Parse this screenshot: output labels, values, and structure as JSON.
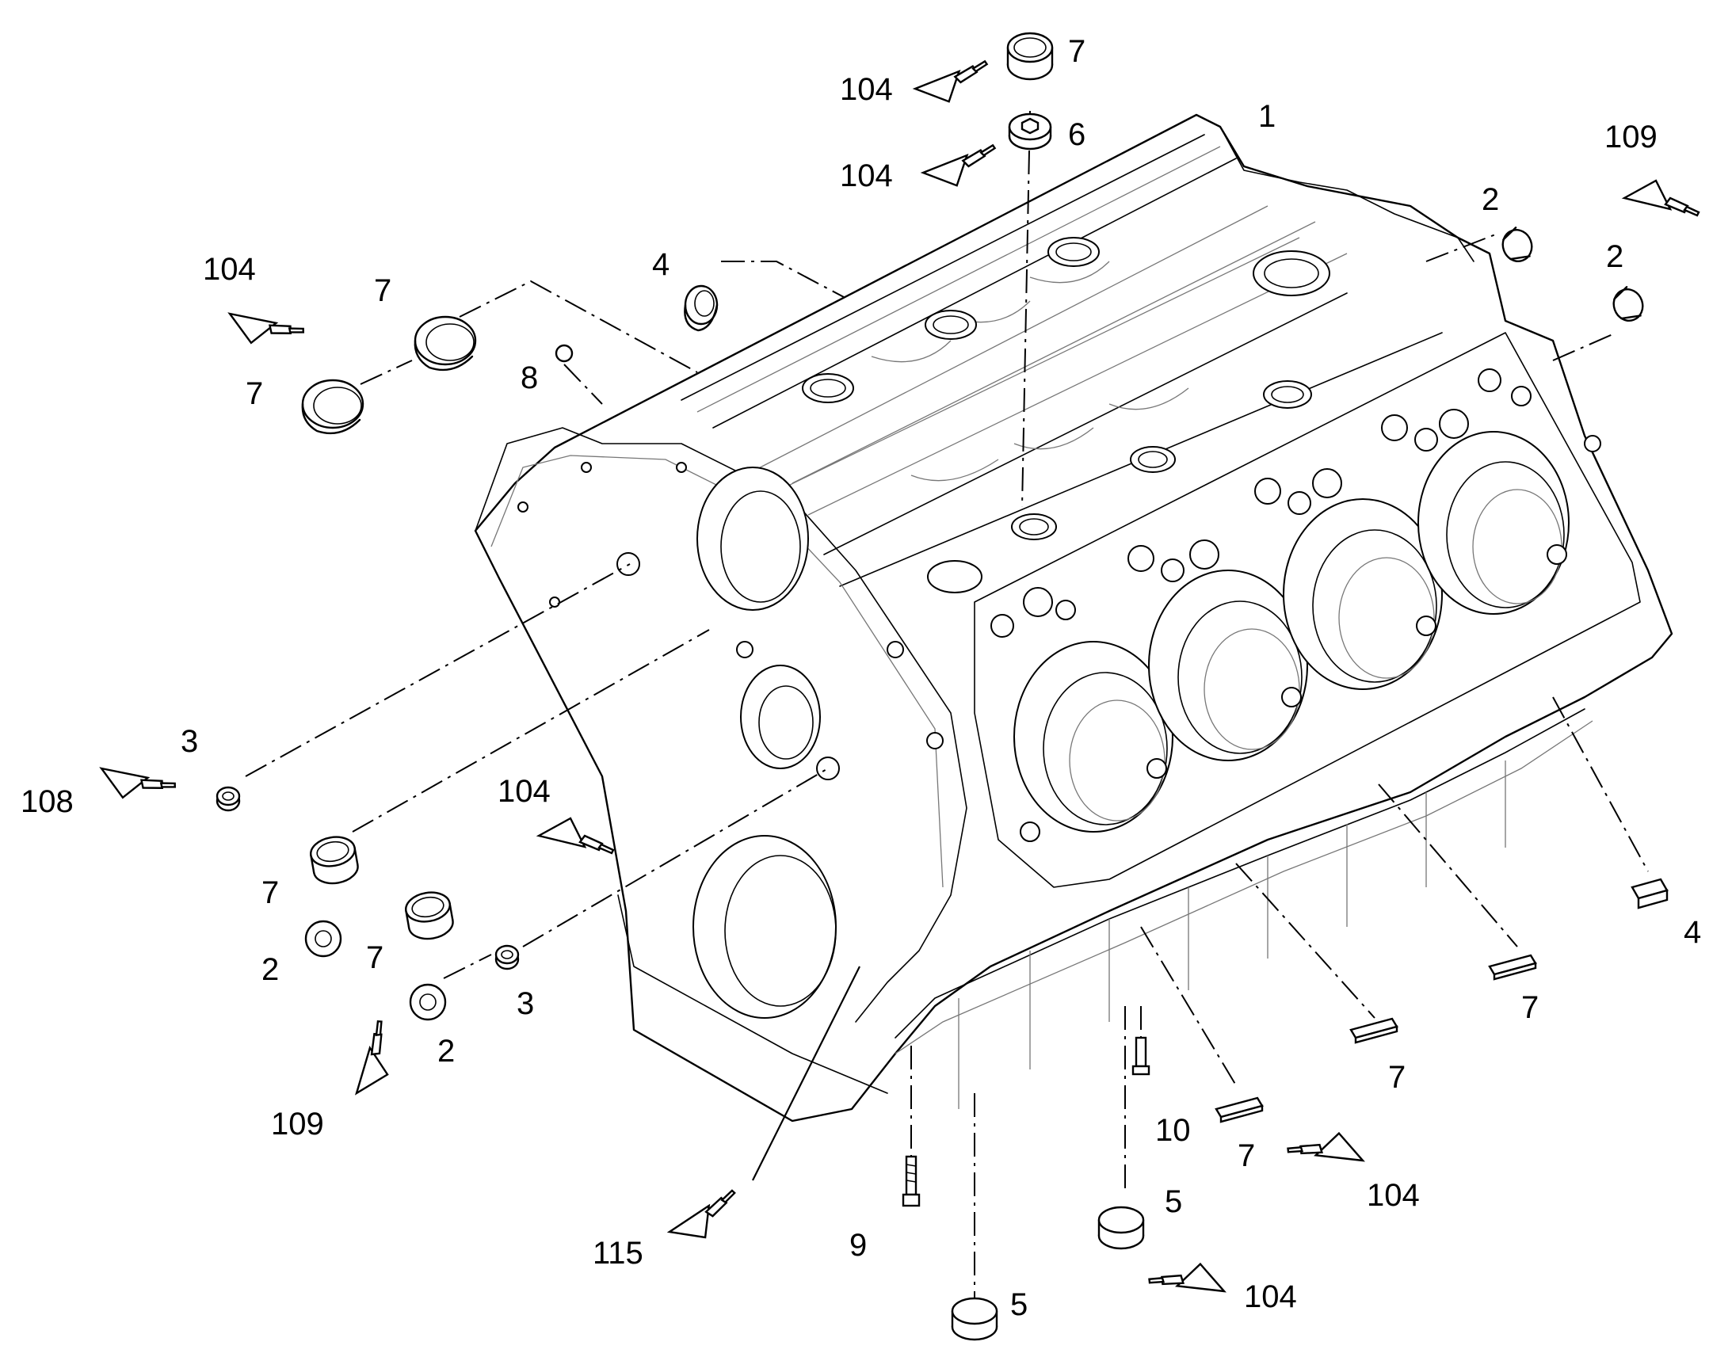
{
  "callouts": [
    {
      "id": "c1",
      "text": "1"
    },
    {
      "id": "c7a",
      "text": "7"
    },
    {
      "id": "c104a",
      "text": "104"
    },
    {
      "id": "c6",
      "text": "6"
    },
    {
      "id": "c104b",
      "text": "104"
    },
    {
      "id": "c109a",
      "text": "109"
    },
    {
      "id": "c2a",
      "text": "2"
    },
    {
      "id": "c2b",
      "text": "2"
    },
    {
      "id": "c4a",
      "text": "4"
    },
    {
      "id": "c104c",
      "text": "104"
    },
    {
      "id": "c7b",
      "text": "7"
    },
    {
      "id": "c7c",
      "text": "7"
    },
    {
      "id": "c8",
      "text": "8"
    },
    {
      "id": "c3a",
      "text": "3"
    },
    {
      "id": "c108",
      "text": "108"
    },
    {
      "id": "c104d",
      "text": "104"
    },
    {
      "id": "c7d",
      "text": "7"
    },
    {
      "id": "c7e",
      "text": "7"
    },
    {
      "id": "c2c",
      "text": "2"
    },
    {
      "id": "c3b",
      "text": "3"
    },
    {
      "id": "c2d",
      "text": "2"
    },
    {
      "id": "c109b",
      "text": "109"
    },
    {
      "id": "c115",
      "text": "115"
    },
    {
      "id": "c9",
      "text": "9"
    },
    {
      "id": "c5a",
      "text": "5"
    },
    {
      "id": "c5b",
      "text": "5"
    },
    {
      "id": "c104e",
      "text": "104"
    },
    {
      "id": "c10",
      "text": "10"
    },
    {
      "id": "c7f",
      "text": "7"
    },
    {
      "id": "c104f",
      "text": "104"
    },
    {
      "id": "c7g",
      "text": "7"
    },
    {
      "id": "c7h",
      "text": "7"
    },
    {
      "id": "c4b",
      "text": "4"
    }
  ],
  "icons": {
    "sealant_tube": "sealant-tube-icon",
    "plug": "plug-icon",
    "screw": "screw-icon"
  }
}
